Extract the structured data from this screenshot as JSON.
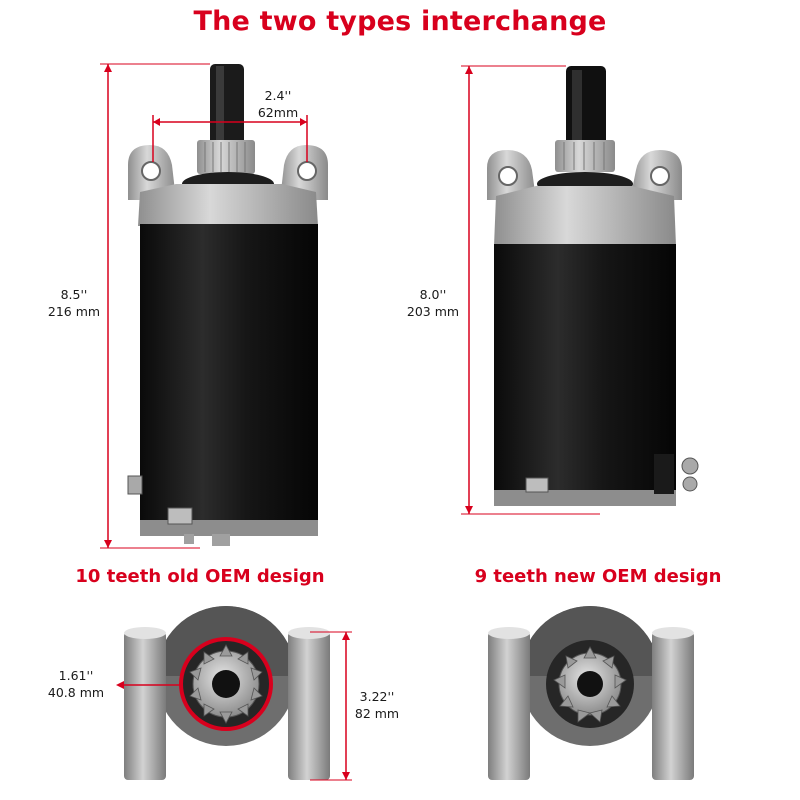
{
  "title": "The two types interchange",
  "left_motor": {
    "width_in": "2.4''",
    "width_mm": "62mm",
    "height_in": "8.5''",
    "height_mm": "216 mm"
  },
  "right_motor": {
    "height_in": "8.0''",
    "height_mm": "203 mm"
  },
  "bottom_left": {
    "caption": "10 teeth old OEM design",
    "gear_in": "1.61''",
    "gear_mm": "40.8 mm",
    "mount_in": "3.22''",
    "mount_mm": "82 mm"
  },
  "bottom_right": {
    "caption": "9 teeth new OEM design"
  },
  "colors": {
    "accent_red": "#d8001d",
    "motor_body": "#141414",
    "aluminum": "#b9b9b9"
  }
}
